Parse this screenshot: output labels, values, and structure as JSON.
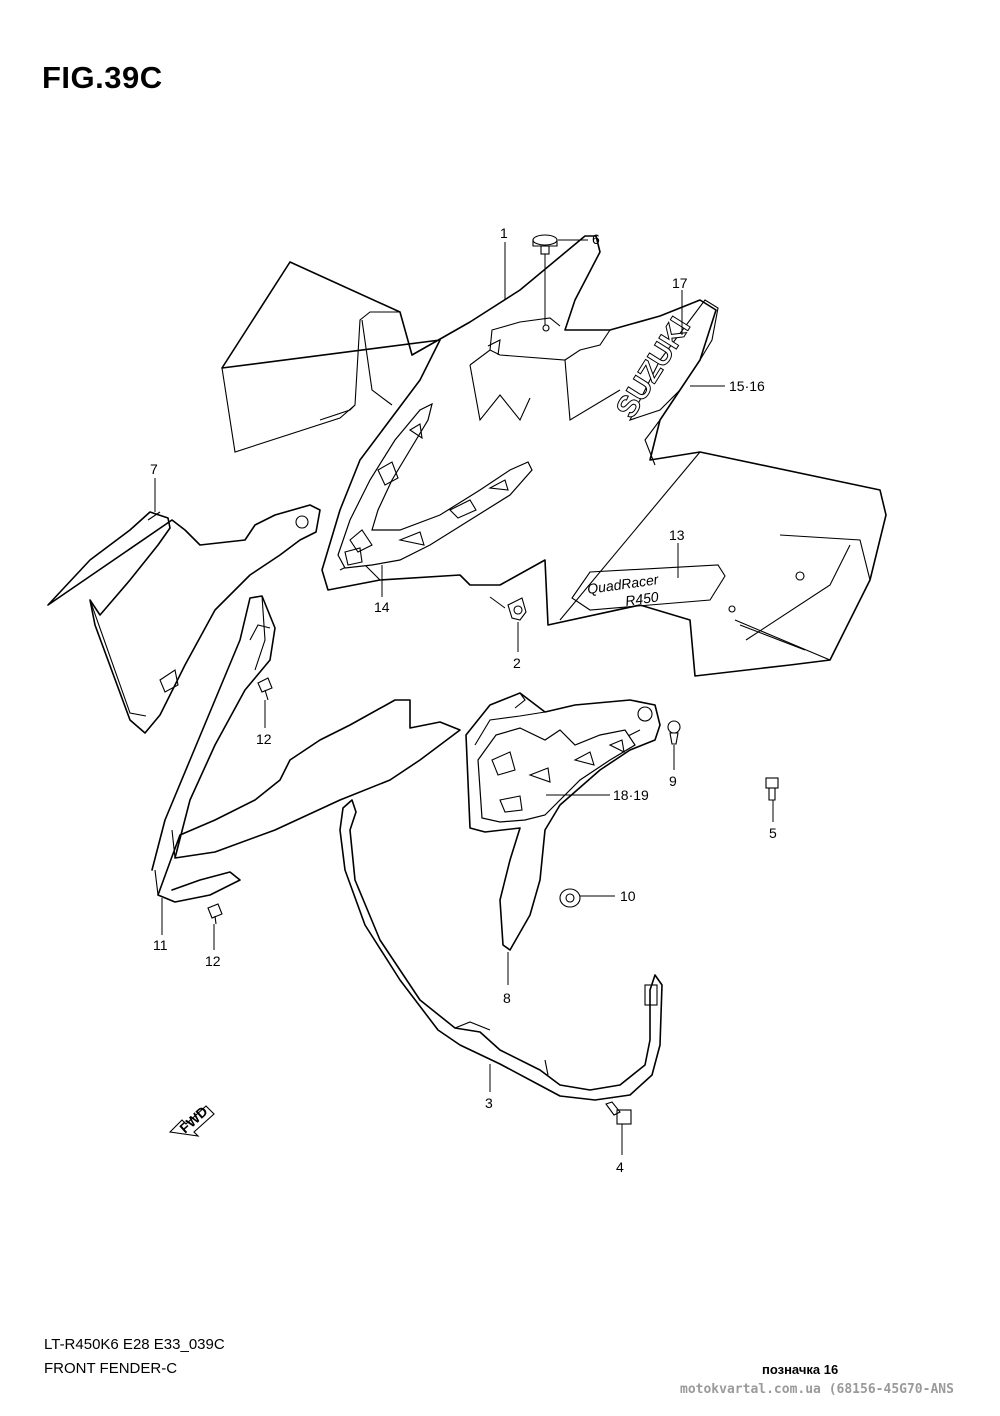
{
  "figure": {
    "title": "FIG.39C",
    "model_code": "LT-R450K6 E28 E33_039C",
    "section_name": "FRONT FENDER-C"
  },
  "decals": {
    "suzuki": "SUZUKI",
    "quadracer_line1": "QuadRacer",
    "quadracer_line2": "R450",
    "fwd": "FWD"
  },
  "callouts": [
    {
      "id": "c1",
      "label": "1"
    },
    {
      "id": "c2",
      "label": "2"
    },
    {
      "id": "c3",
      "label": "3"
    },
    {
      "id": "c4",
      "label": "4"
    },
    {
      "id": "c5",
      "label": "5"
    },
    {
      "id": "c6",
      "label": "6"
    },
    {
      "id": "c7",
      "label": "7"
    },
    {
      "id": "c8",
      "label": "8"
    },
    {
      "id": "c9",
      "label": "9"
    },
    {
      "id": "c10",
      "label": "10"
    },
    {
      "id": "c11",
      "label": "11"
    },
    {
      "id": "c12a",
      "label": "12"
    },
    {
      "id": "c12b",
      "label": "12"
    },
    {
      "id": "c13",
      "label": "13"
    },
    {
      "id": "c14",
      "label": "14"
    },
    {
      "id": "c1516",
      "label": "15·16"
    },
    {
      "id": "c17",
      "label": "17"
    },
    {
      "id": "c1819",
      "label": "18·19"
    }
  ],
  "footer": {
    "note": "позначка 16",
    "watermark": "motokvartal.com.ua (68156-45G70-ANS"
  }
}
